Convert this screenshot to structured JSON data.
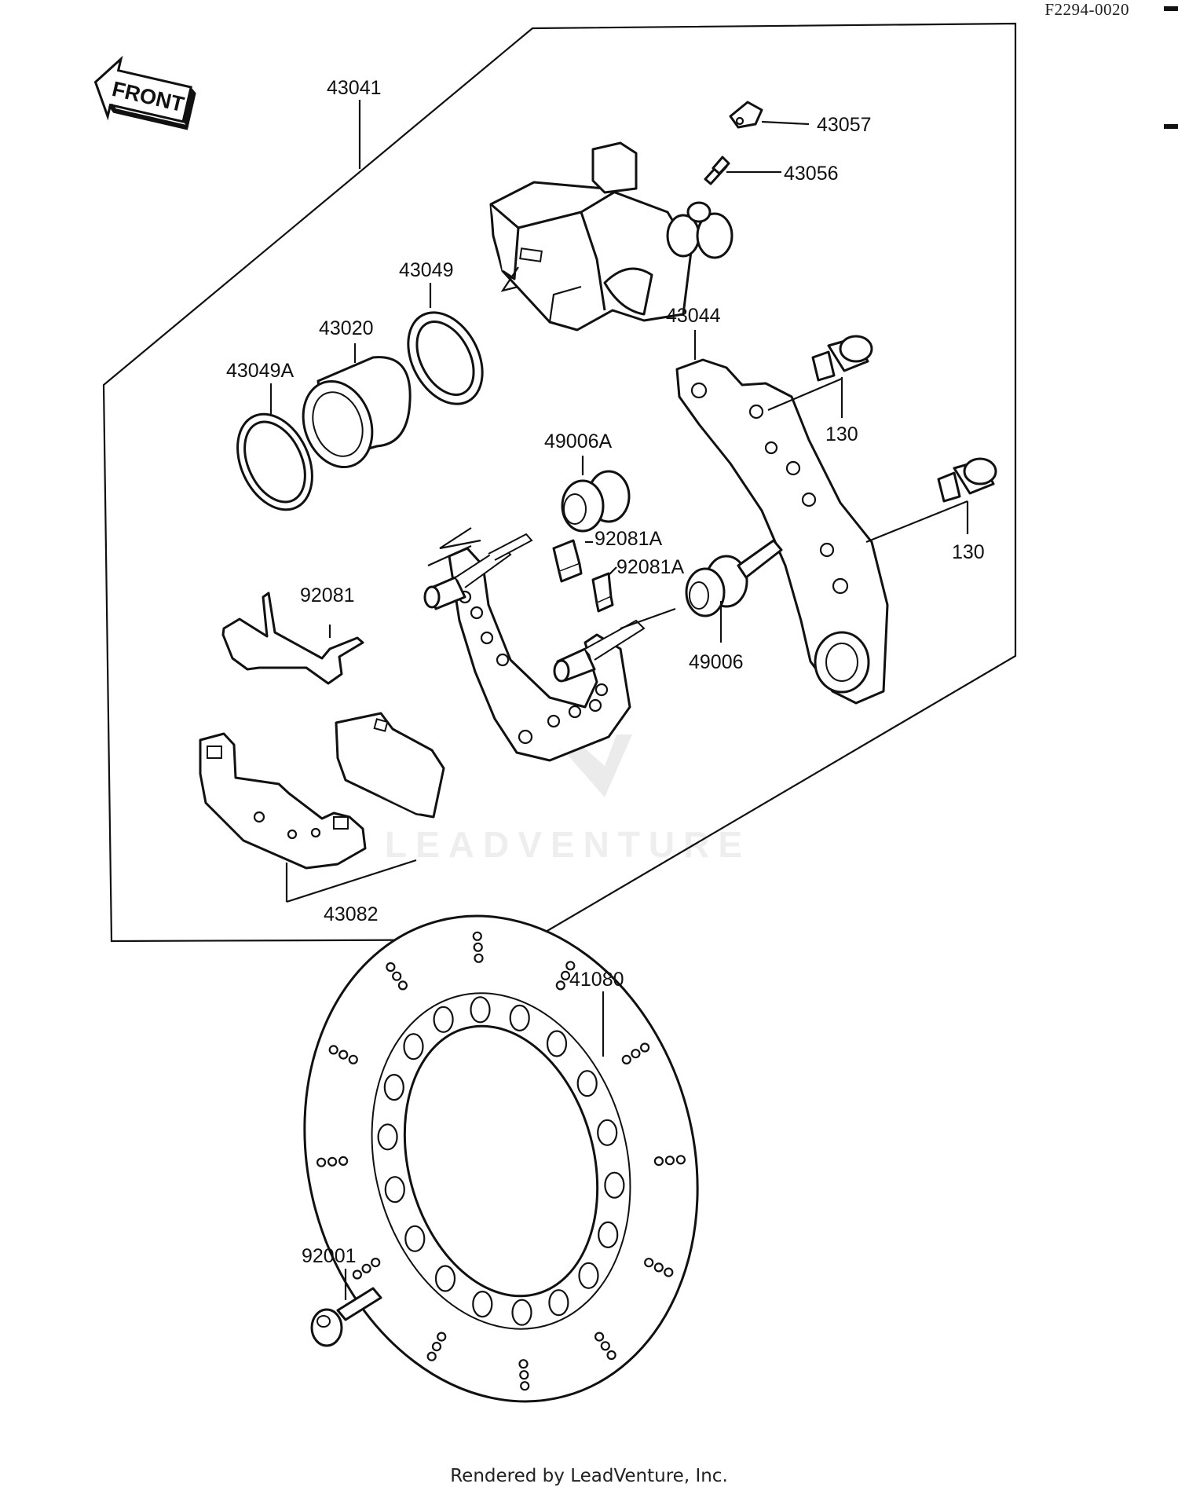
{
  "figure_code": "F2294-0020",
  "front_arrow_text": "FRONT",
  "watermark": "LEADVENTURE",
  "footer": "Rendered by LeadVenture, Inc.",
  "callouts": {
    "c43041": "43041",
    "c43057": "43057",
    "c43056": "43056",
    "c43049": "43049",
    "c43020": "43020",
    "c43049A": "43049A",
    "c43044": "43044",
    "c130a": "130",
    "c130b": "130",
    "c49006A": "49006A",
    "c92081A_1": "92081A",
    "c92081A_2": "92081A",
    "c92081": "92081",
    "c49006": "49006",
    "c43082": "43082",
    "c41080": "41080",
    "c92001": "92001"
  }
}
